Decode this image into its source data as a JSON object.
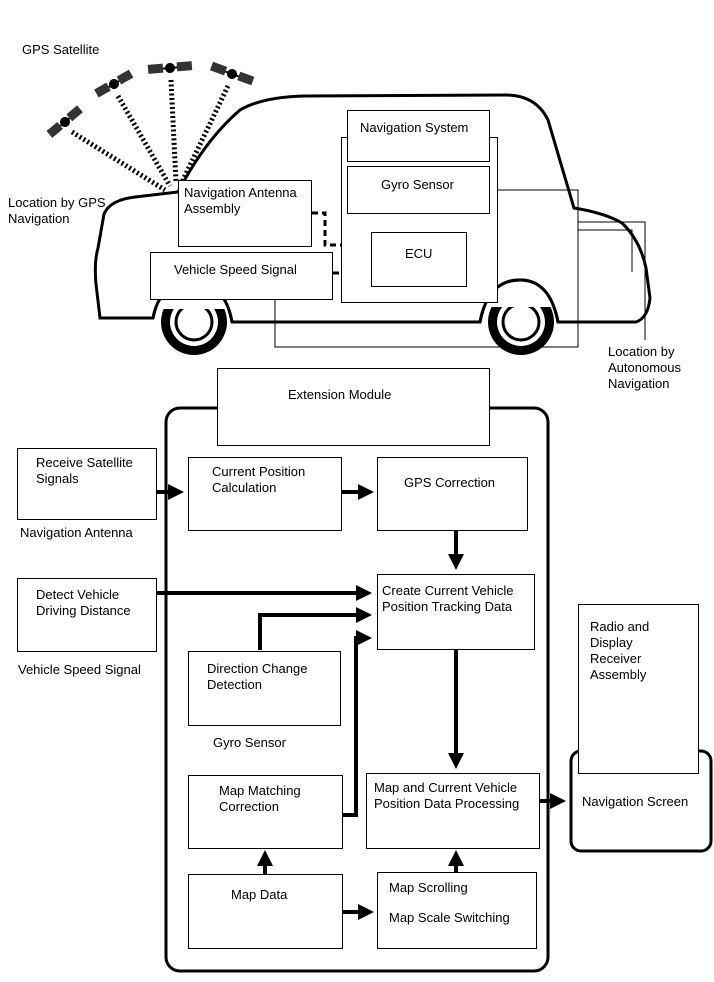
{
  "top": {
    "gps_satellite": "GPS Satellite",
    "location_gps": "Location by GPS\nNavigation",
    "nav_system": "Navigation System",
    "gyro_sensor": "Gyro Sensor",
    "nav_antenna_assembly": "Navigation Antenna\nAssembly",
    "ecu": "ECU",
    "vehicle_speed_signal": "Vehicle Speed Signal",
    "location_autonomous": "Location by\nAutonomous\nNavigation"
  },
  "bottom": {
    "extension_module": "Extension Module",
    "receive_signals": "Receive Satellite\nSignals",
    "navigation_antenna": "Navigation Antenna",
    "current_position": "Current Position\nCalculation",
    "gps_correction": "GPS Correction",
    "detect_distance": "Detect Vehicle\nDriving Distance",
    "vehicle_speed_signal": "Vehicle Speed Signal",
    "create_tracking": "Create Current Vehicle\nPosition Tracking Data",
    "direction_change": "Direction Change\nDetection",
    "gyro_sensor": "Gyro Sensor",
    "radio_display": "Radio and\nDisplay\nReceiver\nAssembly",
    "map_matching": "Map Matching\nCorrection",
    "map_processing": "Map and Current Vehicle\nPosition Data Processing",
    "navigation_screen": "Navigation Screen",
    "map_data": "Map Data",
    "map_scrolling": "Map Scrolling",
    "map_scale": "Map Scale Switching"
  }
}
